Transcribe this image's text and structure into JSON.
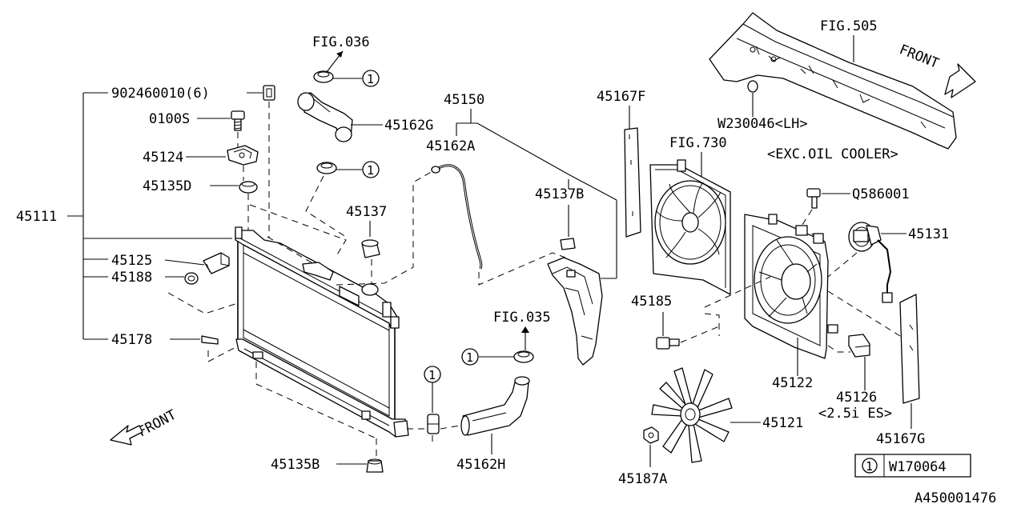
{
  "labels": {
    "fig036": "FIG.036",
    "p902460010": "902460010(6)",
    "p0100S": "0100S",
    "p45124": "45124",
    "p45135D": "45135D",
    "p45111": "45111",
    "p45125": "45125",
    "p45188": "45188",
    "p45178": "45178",
    "p45162G": "45162G",
    "p45137": "45137",
    "p45150": "45150",
    "p45162A": "45162A",
    "p45137B": "45137B",
    "p45167F": "45167F",
    "fig505": "FIG.505",
    "front_right": "FRONT",
    "w230046": "W230046<LH>",
    "exc_oil_cooler": "<EXC.OIL COOLER>",
    "fig730": "FIG.730",
    "q586001": "Q586001",
    "p45131": "45131",
    "p45185": "45185",
    "p45122": "45122",
    "p45126": "45126",
    "es25i": "<2.5i ES>",
    "p45167G": "45167G",
    "fig035": "FIG.035",
    "p45121": "45121",
    "p45162H": "45162H",
    "p45135B": "45135B",
    "p45187A": "45187A",
    "front_left": "FRONT",
    "ref_number": "A450001476"
  },
  "callouts": {
    "symbol": "1",
    "legend_symbol": "1",
    "legend_part": "W170064"
  }
}
